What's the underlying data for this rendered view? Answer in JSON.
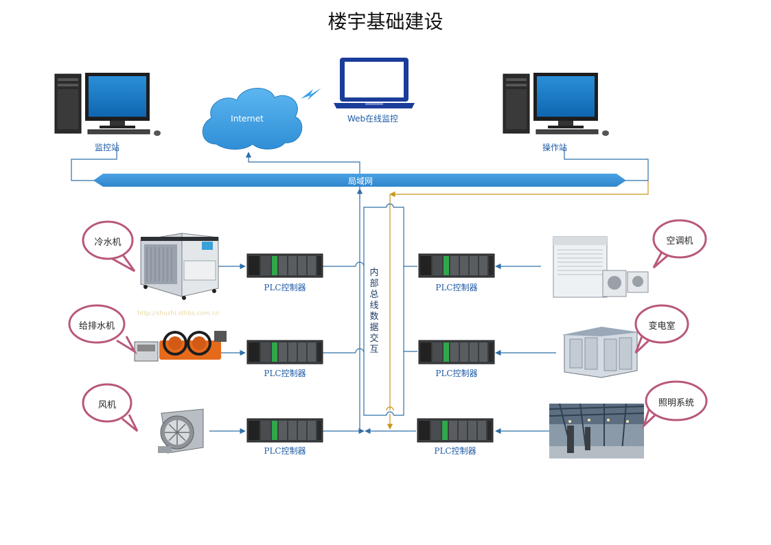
{
  "title": "楼宇基础建设",
  "top": {
    "monitor_station": "监控站",
    "operator_station": "操作站",
    "internet": "Internet",
    "web_monitor": "Web在线监控",
    "lan": "局域网"
  },
  "bus_label": "内部总线数据交互",
  "plc_label": "PLC控制器",
  "devices_left": [
    {
      "name": "冷水机"
    },
    {
      "name": "给排水机"
    },
    {
      "name": "风机"
    }
  ],
  "devices_right": [
    {
      "name": "空调机"
    },
    {
      "name": "变电室"
    },
    {
      "name": "照明系统"
    }
  ],
  "watermark": "http://shuzhi.sthbs.com.cn",
  "colors": {
    "lan": "#3a8fd6",
    "line_blue": "#2f6fa8",
    "line_orange": "#c8961e",
    "bubble_border": "#b8587a"
  }
}
